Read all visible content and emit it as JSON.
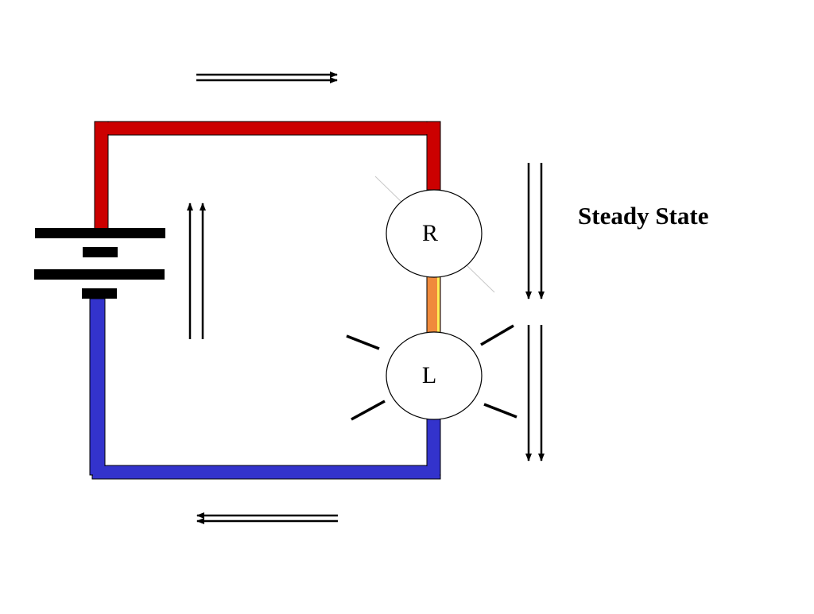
{
  "diagram": {
    "title": "Steady State",
    "components": {
      "resistor_label": "R",
      "lamp_label": "L"
    },
    "colors": {
      "positive_wire": "#cc0000",
      "negative_wire": "#3333cc",
      "resistor_lamp_link": "#f08a3c",
      "link_highlight": "#ffee55",
      "battery_plates": "#000000",
      "arrows": "#000000",
      "background": "#ffffff"
    },
    "arrows": {
      "top_direction": "right",
      "bottom_direction": "left",
      "battery_direction": "up",
      "across_resistor_direction": "down",
      "across_lamp_direction": "down"
    },
    "lamp_glow": "on"
  }
}
